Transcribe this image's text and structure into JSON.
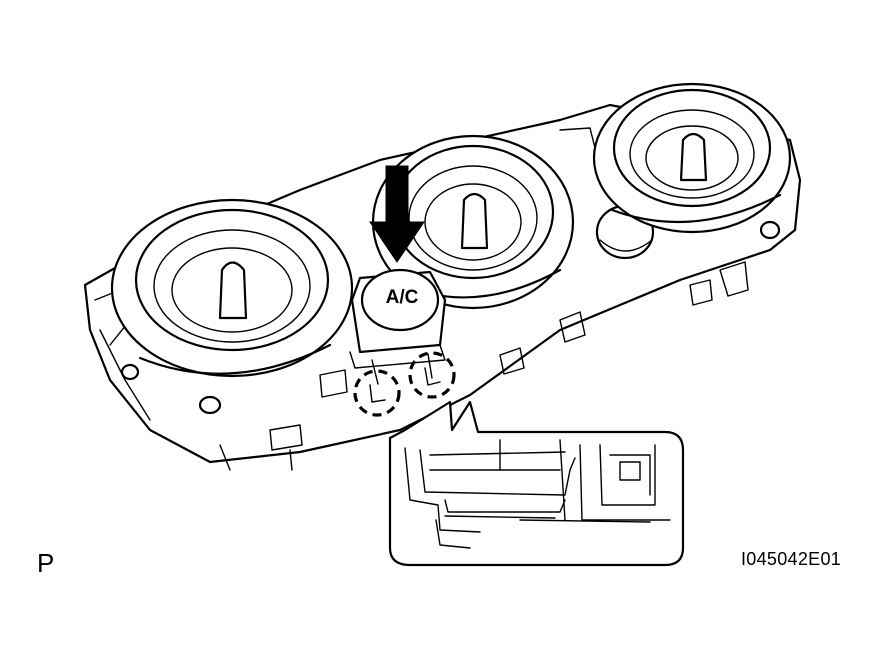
{
  "labels": {
    "corner": "P",
    "figure_id": "I045042E01",
    "button": "A/C"
  },
  "colors": {
    "line": "#000000",
    "background": "#ffffff"
  },
  "icons": {
    "arrow": "down-arrow-icon"
  }
}
